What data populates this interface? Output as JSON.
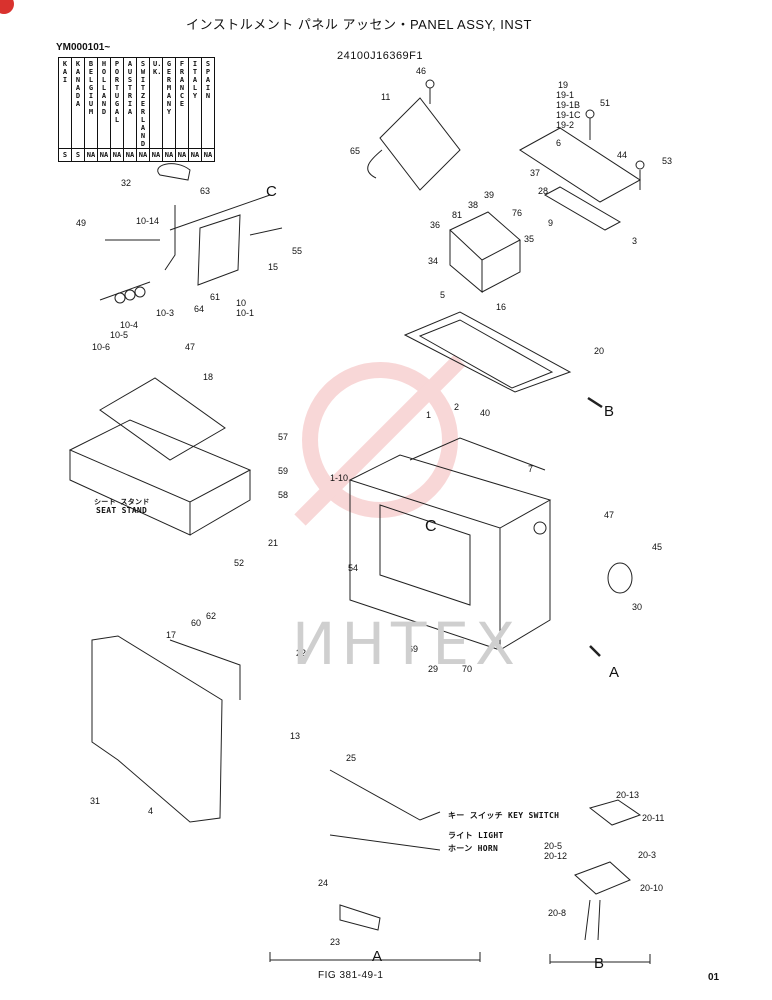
{
  "header": {
    "title": "インストルメント パネル アッセン・PANEL ASSY, INST",
    "part_number": "24100J16369F1",
    "serial_range": "YM000101~"
  },
  "country_table": {
    "columns": [
      {
        "name": "KAI",
        "code": "S"
      },
      {
        "name": "KANADA",
        "code": "S"
      },
      {
        "name": "BELGIUM",
        "code": "NA"
      },
      {
        "name": "HOLLAND",
        "code": "NA"
      },
      {
        "name": "PORTUGAL",
        "code": "NA"
      },
      {
        "name": "AUSTRIA",
        "code": "NA"
      },
      {
        "name": "SWITZER LAND",
        "code": "NA"
      },
      {
        "name": "U.K.",
        "code": "NA"
      },
      {
        "name": "GERMANY",
        "code": "NA"
      },
      {
        "name": "FRANCE",
        "code": "NA"
      },
      {
        "name": "ITALY",
        "code": "NA"
      },
      {
        "name": "SPAIN",
        "code": "NA"
      }
    ]
  },
  "views": {
    "a": "A",
    "b": "B",
    "c": "C"
  },
  "callouts": {
    "seat_stand_jp": "シート スタンド",
    "seat_stand": "SEAT STAND",
    "key_switch": "キー スイッチ  KEY SWITCH",
    "light": "ライト LIGHT",
    "horn": "ホーン HORN"
  },
  "parts": [
    "46",
    "11",
    "65",
    "19",
    "19-1",
    "19-1B",
    "19-1C",
    "19-2",
    "51",
    "6",
    "44",
    "53",
    "37",
    "28",
    "39",
    "38",
    "81",
    "76",
    "36",
    "35",
    "34",
    "9",
    "3",
    "5",
    "16",
    "32",
    "63",
    "49",
    "10-14",
    "55",
    "15",
    "61",
    "64",
    "10",
    "10-1",
    "10-3",
    "10-4",
    "10-5",
    "10-6",
    "47",
    "18",
    "20",
    "2",
    "40",
    "7",
    "57",
    "59",
    "58",
    "1-10",
    "1",
    "47",
    "45",
    "30",
    "52",
    "21",
    "54",
    "22",
    "69",
    "29",
    "70",
    "62",
    "60",
    "17",
    "13",
    "31",
    "4",
    "25",
    "24",
    "23",
    "20-13",
    "20-11",
    "20-5",
    "20-12",
    "20-3",
    "20-10",
    "20-8"
  ],
  "footer": {
    "figure": "FIG 381-49-1",
    "page": "01",
    "watermark": "ИНТЕХ"
  }
}
